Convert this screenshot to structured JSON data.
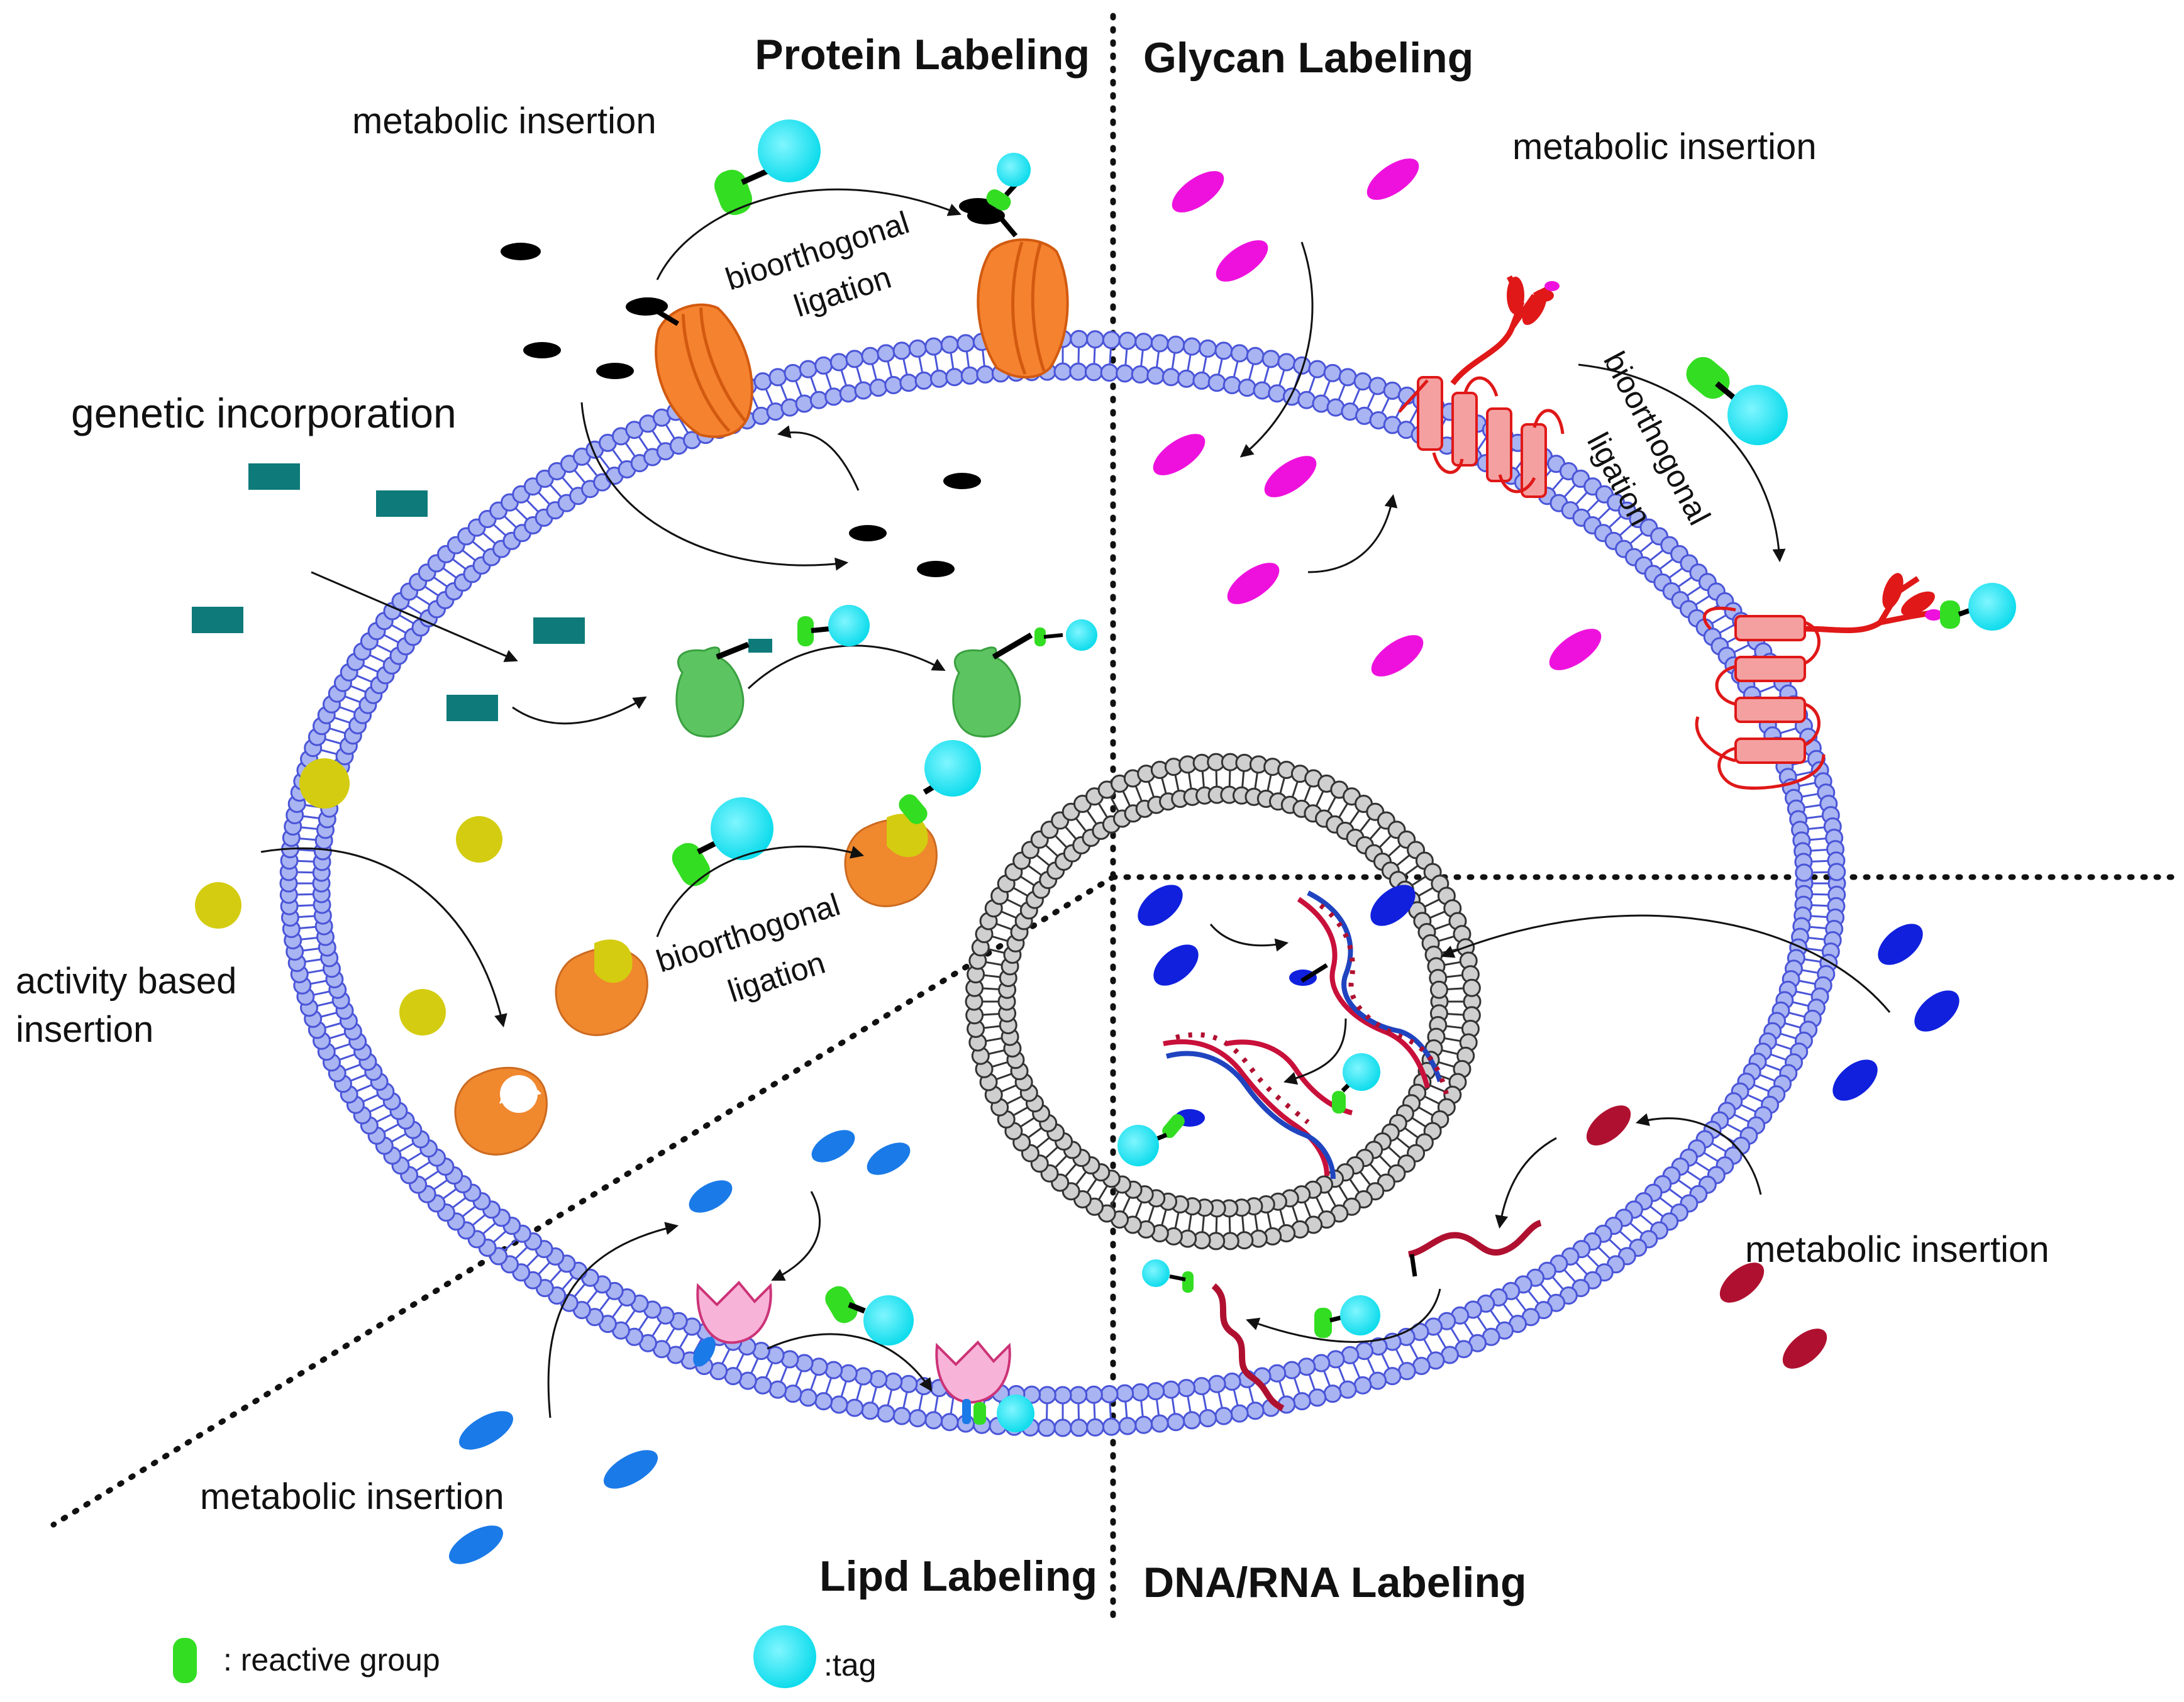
{
  "sections": {
    "protein": "Protein Labeling",
    "glycan": "Glycan Labeling",
    "lipid": "Lipd Labeling",
    "dna_rna": "DNA/RNA Labeling"
  },
  "labels": {
    "metabolic_insertion_protein": "metabolic insertion",
    "metabolic_insertion_glycan": "metabolic insertion",
    "metabolic_insertion_lipid": "metabolic insertion",
    "metabolic_insertion_dna": "metabolic insertion",
    "genetic_incorporation": "genetic incorporation",
    "activity_based_line1": "activity based",
    "activity_based_line2": "insertion",
    "bioorthogonal_1": "bioorthogonal",
    "ligation_1": "ligation",
    "bioorthogonal_2": "bioorthogonal",
    "ligation_2": "ligation",
    "bioorthogonal_3": "bioorthogonal",
    "ligation_3": "ligation"
  },
  "legend": {
    "reactive_group": ": reactive group",
    "tag": ":tag"
  },
  "colors": {
    "membrane": "#4a55d8",
    "nucleus": "#666666",
    "tag": "#18e6f2",
    "reactive_group": "#33dd22",
    "protein_orange": "#f07a30",
    "enzyme_green": "#5cc460",
    "teal": "#0e7a7a",
    "yellow": "#d4cc10",
    "magenta": "#ee11dd",
    "lipid_blue": "#1a7ae8",
    "dna_blue": "#1020dd",
    "rna_red": "#b01030",
    "glycan_protein": "#f4a0a0"
  }
}
